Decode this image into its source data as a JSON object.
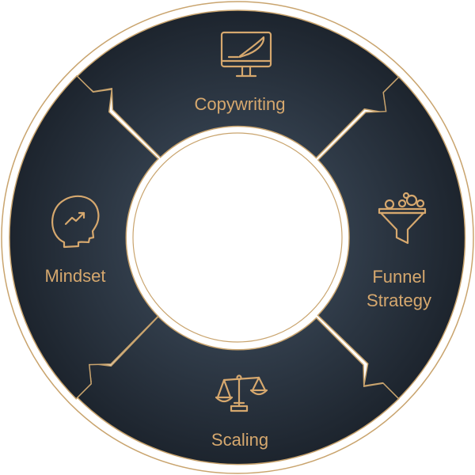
{
  "diagram": {
    "segments": [
      {
        "id": "top",
        "label_lines": [
          "Copywriting"
        ],
        "icon": "monitor-quill-icon"
      },
      {
        "id": "right",
        "label_lines": [
          "Funnel",
          "Strategy"
        ],
        "icon": "funnel-icon"
      },
      {
        "id": "bottom",
        "label_lines": [
          "Scaling"
        ],
        "icon": "balance-scale-icon"
      },
      {
        "id": "left",
        "label_lines": [
          "Mindset"
        ],
        "icon": "head-growth-icon"
      }
    ]
  },
  "colors": {
    "segment_fill_light": "#34404e",
    "segment_fill_dark": "#1b222b",
    "outline_gold": "#c9a46e",
    "accent_gold": "#d6a86e",
    "background": "#ffffff"
  }
}
